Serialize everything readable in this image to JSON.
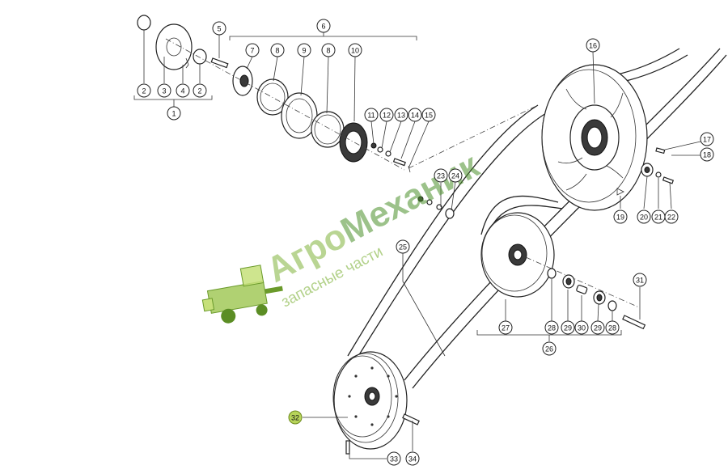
{
  "diagram": {
    "callouts": [
      "1",
      "2",
      "3",
      "4",
      "5",
      "6",
      "7",
      "8",
      "9",
      "10",
      "11",
      "12",
      "13",
      "14",
      "15",
      "16",
      "17",
      "18",
      "19",
      "20",
      "21",
      "22",
      "23",
      "24",
      "25",
      "26",
      "27",
      "28",
      "29",
      "30",
      "31",
      "32",
      "33",
      "34"
    ],
    "highlighted": "32",
    "colors": {
      "highlight": "#b7d45a",
      "line": "#222222",
      "watermark": "#7fb23a",
      "watermark_dark": "#4a8f2a"
    }
  },
  "watermark": {
    "brand_part1": "Агро",
    "brand_part2": "Механик",
    "tagline": "запасные части",
    "logo_icon": "combine-harvester-icon"
  }
}
